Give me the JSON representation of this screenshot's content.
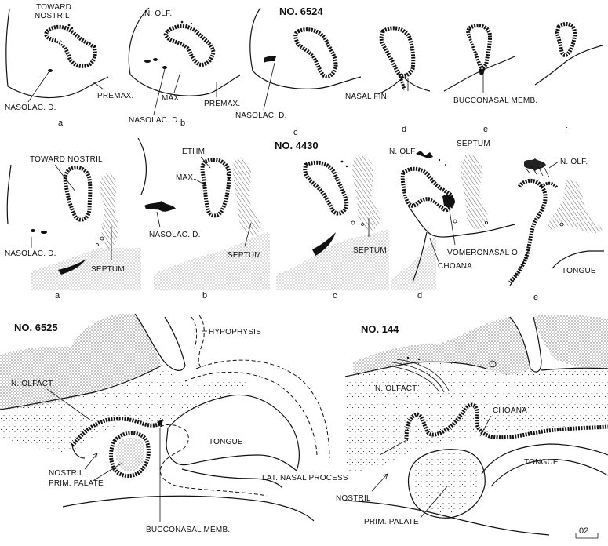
{
  "row1": {
    "title": "NO. 6524",
    "labels": {
      "toward_nostril": [
        "TOWARD",
        "NOSTRIL"
      ],
      "n_olf": "N. OLF.",
      "nasolac_a": "NASOLAC. D.",
      "premax_a": "PREMAX.",
      "max_b": "MAX.",
      "premax_b": "PREMAX.",
      "nasolac_b": "NASOLAC. D.",
      "nasolac_c": "NASOLAC. D.",
      "nasal_fin": "NASAL FIN",
      "bucconasal": "BUCCONASAL MEMB."
    },
    "panel_letters": [
      "a",
      "b",
      "c",
      "d",
      "e",
      "f"
    ]
  },
  "row2": {
    "title": "NO. 4430",
    "labels": {
      "toward_nostril": "TOWARD NOSTRIL",
      "nasolac_a": "NASOLAC. D.",
      "septum_a": "SEPTUM",
      "ethm": "ETHM.",
      "max": "MAX.",
      "nasolac_b": "NASOLAC. D.",
      "septum_b": "SEPTUM",
      "septum_c": "SEPTUM",
      "n_olf_d": "N. OLF",
      "septum_d": "SEPTUM",
      "vomeronasal": "VOMERONASAL O.",
      "choana": "CHOANA",
      "n_olf_e": "N. OLF.",
      "tongue": "TONGUE"
    },
    "panel_letters": [
      "a",
      "b",
      "c",
      "d",
      "e"
    ]
  },
  "bottom_left": {
    "title": "NO. 6525",
    "labels": {
      "hypophysis": "HYPOPHYSIS",
      "n_olfact": "N. OLFACT.",
      "tongue": "TONGUE",
      "nostril": "NOSTRIL",
      "prim_palate": "PRIM. PALATE",
      "lat_nasal": "LAT. NASAL PROCESS",
      "bucconasal": "BUCCONASAL MEMB."
    }
  },
  "bottom_right": {
    "title": "NO. 144",
    "labels": {
      "n_olfact": "N. OLFACT.",
      "choana": "CHOANA",
      "tongue": "TONGUE",
      "nostril": "NOSTRIL",
      "prim_palate": "PRIM. PALATE"
    },
    "scale_label": "02"
  }
}
